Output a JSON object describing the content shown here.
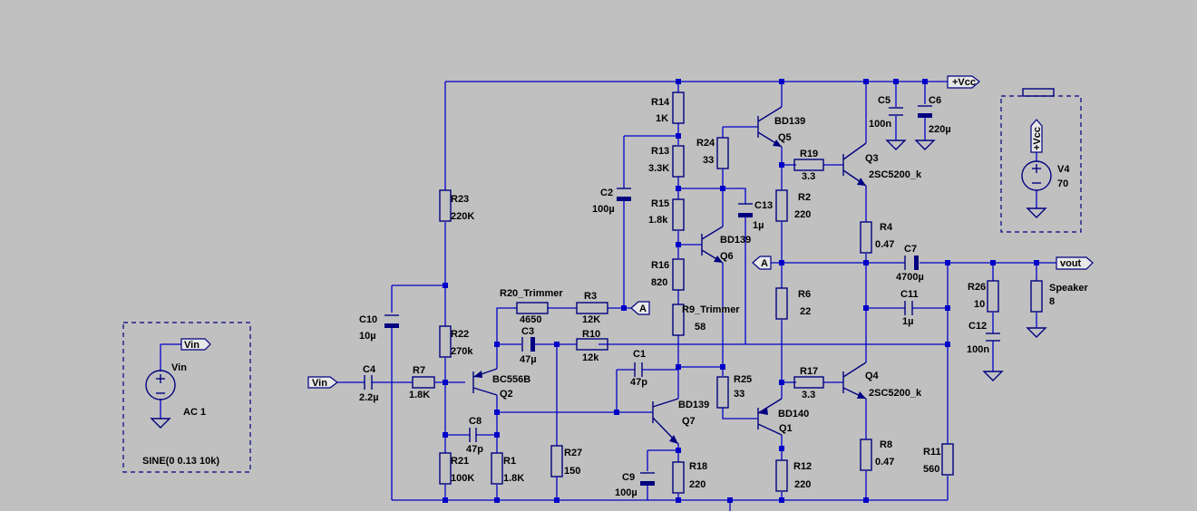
{
  "components": {
    "R14": {
      "name": "R14",
      "value": "1K"
    },
    "R13": {
      "name": "R13",
      "value": "3.3K"
    },
    "R15": {
      "name": "R15",
      "value": "1.8k"
    },
    "R16": {
      "name": "R16",
      "value": "820"
    },
    "R9": {
      "name": "R9_Trimmer",
      "value": "58"
    },
    "R24": {
      "name": "R24",
      "value": "33"
    },
    "R23": {
      "name": "R23",
      "value": "220K"
    },
    "R22": {
      "name": "R22",
      "value": "270k"
    },
    "R21": {
      "name": "R21",
      "value": "100K"
    },
    "R1": {
      "name": "R1",
      "value": "1.8K"
    },
    "R7": {
      "name": "R7",
      "value": "1.8K"
    },
    "R20": {
      "name": "R20_Trimmer",
      "value": "4650"
    },
    "R3": {
      "name": "R3",
      "value": "12K"
    },
    "R10": {
      "name": "R10",
      "value": "12k"
    },
    "R27": {
      "name": "R27",
      "value": "150"
    },
    "R18": {
      "name": "R18",
      "value": "220"
    },
    "R25": {
      "name": "R25",
      "value": "33"
    },
    "R19": {
      "name": "R19",
      "value": "3.3"
    },
    "R17": {
      "name": "R17",
      "value": "3.3"
    },
    "R2": {
      "name": "R2",
      "value": "220"
    },
    "R6": {
      "name": "R6",
      "value": "22"
    },
    "R12": {
      "name": "R12",
      "value": "220"
    },
    "R4": {
      "name": "R4",
      "value": "0.47"
    },
    "R8": {
      "name": "R8",
      "value": "0.47"
    },
    "R11": {
      "name": "R11",
      "value": "560"
    },
    "R26": {
      "name": "R26",
      "value": "10"
    },
    "Speaker": {
      "name": "Speaker",
      "value": "8"
    },
    "C2": {
      "name": "C2",
      "value": "100µ"
    },
    "C13": {
      "name": "C13",
      "value": "1µ"
    },
    "C10": {
      "name": "C10",
      "value": "10µ"
    },
    "C4": {
      "name": "C4",
      "value": "2.2µ"
    },
    "C3": {
      "name": "C3",
      "value": "47µ"
    },
    "C8": {
      "name": "C8",
      "value": "47p"
    },
    "C1": {
      "name": "C1",
      "value": "47p"
    },
    "C9": {
      "name": "C9",
      "value": "100µ"
    },
    "C5": {
      "name": "C5",
      "value": "100n"
    },
    "C6": {
      "name": "C6",
      "value": "220µ"
    },
    "C7": {
      "name": "C7",
      "value": "4700µ"
    },
    "C11": {
      "name": "C11",
      "value": "1µ"
    },
    "C12": {
      "name": "C12",
      "value": "100n"
    },
    "Q5": {
      "name": "Q5",
      "value": "BD139"
    },
    "Q6": {
      "name": "Q6",
      "value": "BD139"
    },
    "Q7": {
      "name": "Q7",
      "value": "BD139"
    },
    "Q1": {
      "name": "Q1",
      "value": "BD140"
    },
    "Q2": {
      "name": "Q2",
      "value": "BC556B"
    },
    "Q3": {
      "name": "Q3",
      "value": "2SC5200_k"
    },
    "Q4": {
      "name": "Q4",
      "value": "2SC5200_k"
    },
    "V4": {
      "name": "V4",
      "value": "70"
    },
    "Vin": {
      "name": "Vin",
      "value": "AC 1",
      "directive": "SINE(0 0.13 10k)"
    }
  },
  "flags": {
    "vcc_top": "+Vcc",
    "vcc_supply": "+Vcc",
    "vin_input": "Vin",
    "vin_source": "Vin",
    "vout": "vout",
    "a_feedback": "A",
    "a_output": "A"
  },
  "colors": {
    "background": "#c0c0c0",
    "wire": "#0000c8",
    "component": "#000080",
    "text": "#000000"
  }
}
